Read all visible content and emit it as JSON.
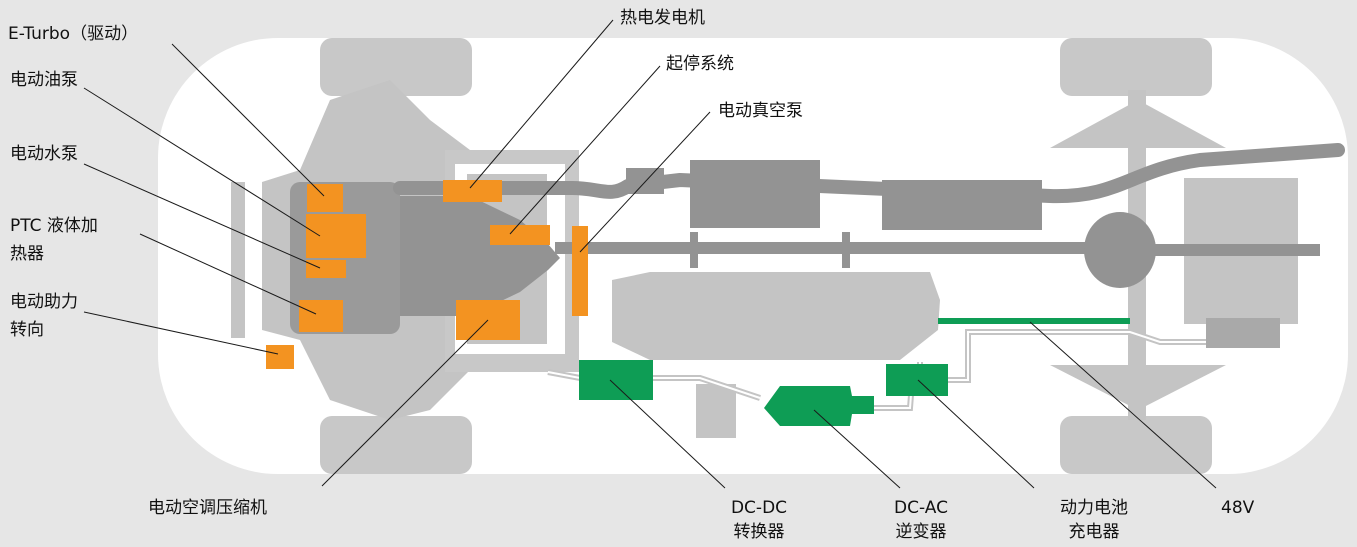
{
  "labels": {
    "eturbo": "E-Turbo（驱动）",
    "oil_pump": "电动油泵",
    "water_pump": "电动水泵",
    "ptc_1": "PTC 液体加",
    "ptc_2": "热器",
    "eps_1": "电动助力",
    "eps_2": "转向",
    "thermo_gen": "热电发电机",
    "start_stop": "起停系统",
    "vacuum_pump": "电动真空泵",
    "ac_compressor": "电动空调压缩机",
    "dcdc_1": "DC-DC",
    "dcdc_2": "转换器",
    "dcac_1": "DC-AC",
    "dcac_2": "逆变器",
    "charger_1": "动力电池",
    "charger_2": "充电器",
    "v48": "48V"
  },
  "colors": {
    "background": "#e6e6e6",
    "body": "#ffffff",
    "wheel": "#c8c8c8",
    "chassis_light": "#c4c4c4",
    "chassis_dark": "#939393",
    "engine": "#a9a9a9",
    "engine_dark": "#8d8d8d",
    "orange": "#f39321",
    "green": "#0e9d55",
    "leader": "#1a1a1a"
  }
}
